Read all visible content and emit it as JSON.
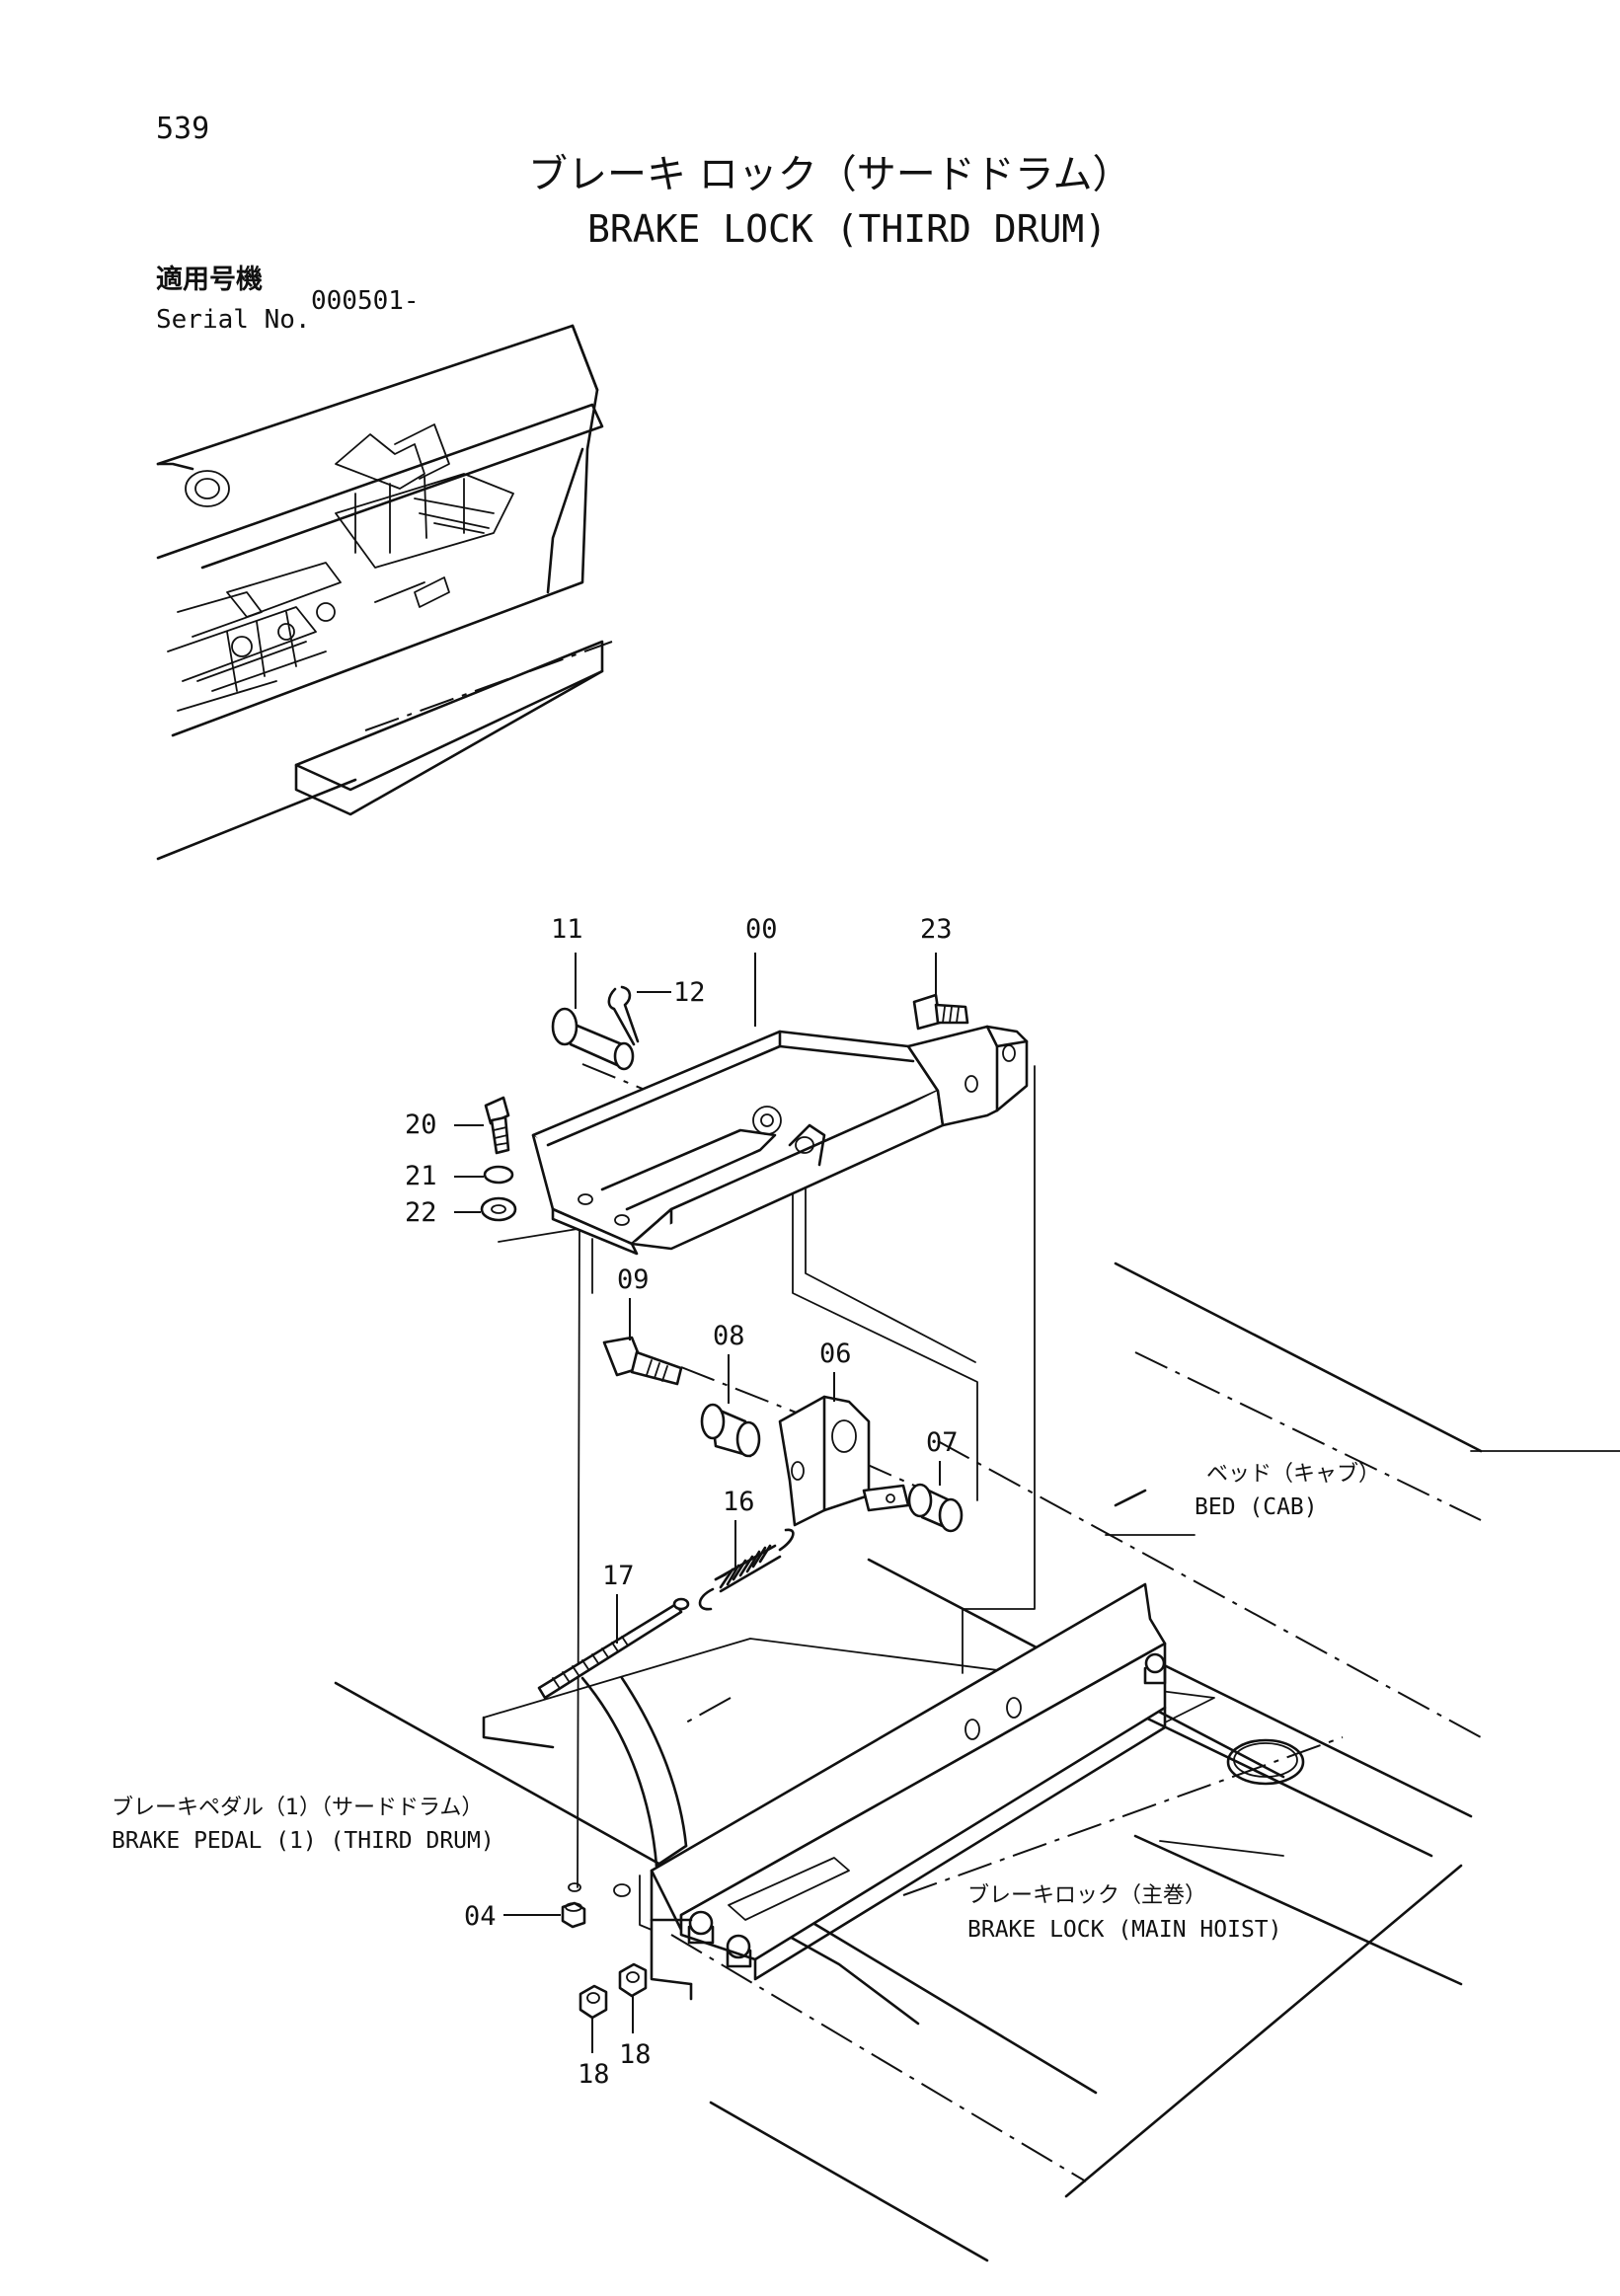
{
  "page_number": "539",
  "title_jp": "ブレーキ ロック（サードドラム）",
  "title_en": "BRAKE LOCK (THIRD DRUM)",
  "serial": {
    "label_jp": "適用号機",
    "label_en": "Serial No.",
    "value": "000501-"
  },
  "callouts": [
    {
      "id": "00",
      "text": "00"
    },
    {
      "id": "04",
      "text": "04"
    },
    {
      "id": "06",
      "text": "06"
    },
    {
      "id": "07",
      "text": "07"
    },
    {
      "id": "08",
      "text": "08"
    },
    {
      "id": "09",
      "text": "09"
    },
    {
      "id": "11",
      "text": "11"
    },
    {
      "id": "12",
      "text": "12"
    },
    {
      "id": "16",
      "text": "16"
    },
    {
      "id": "17",
      "text": "17"
    },
    {
      "id": "18a",
      "text": "18"
    },
    {
      "id": "18b",
      "text": "18"
    },
    {
      "id": "20",
      "text": "20"
    },
    {
      "id": "21",
      "text": "21"
    },
    {
      "id": "22",
      "text": "22"
    },
    {
      "id": "23",
      "text": "23"
    }
  ],
  "annotations": {
    "bed_jp": "ベッド（キャブ）",
    "bed_en": "BED (CAB)",
    "pedal_jp": "ブレーキペダル（1）（サードドラム）",
    "pedal_en": "BRAKE PEDAL (1) (THIRD DRUM)",
    "main_jp": "ブレーキロック（主巻）",
    "main_en": "BRAKE LOCK (MAIN HOIST)"
  }
}
